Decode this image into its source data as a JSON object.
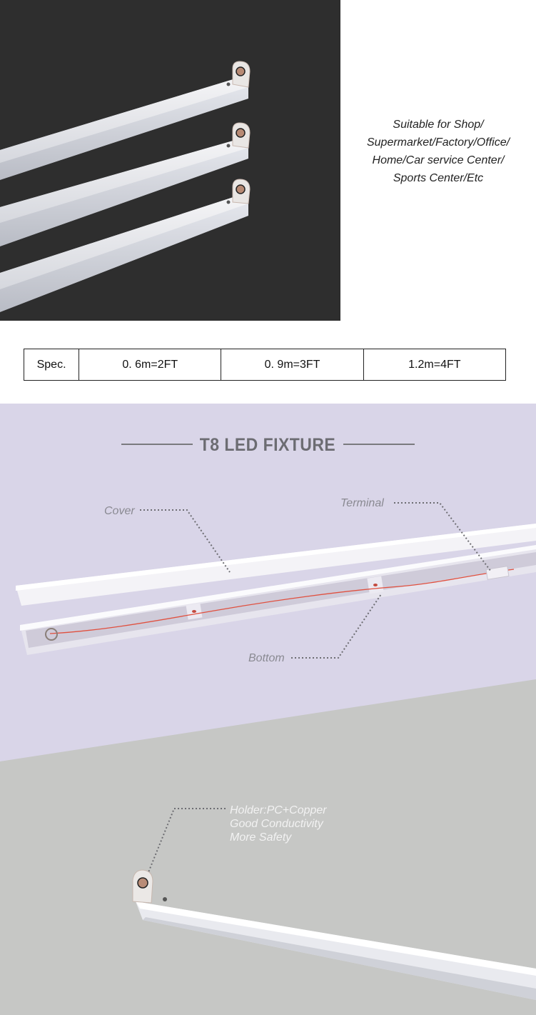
{
  "hero": {
    "lines": [
      "Suitable for Shop/",
      "Supermarket/Factory/Office/",
      "Home/Car service Center/",
      "Sports Center/Etc"
    ]
  },
  "spec": {
    "header": "Spec.",
    "cells": [
      "0. 6m=2FT",
      "0. 9m=3FT",
      "1.2m=4FT"
    ]
  },
  "fixture": {
    "title": "T8 LED FIXTURE",
    "callouts": {
      "cover": "Cover",
      "terminal": "Terminal",
      "bottom": "Bottom"
    }
  },
  "holder": {
    "lines": [
      "Holder:PC+Copper",
      "Good Conductivity",
      "More Safety"
    ]
  },
  "colors": {
    "dark_bg": "#2e2e2e",
    "lavender_bg": "#d9d5e8",
    "grey_bg": "#c6c7c5",
    "wire": "#e0503f"
  }
}
